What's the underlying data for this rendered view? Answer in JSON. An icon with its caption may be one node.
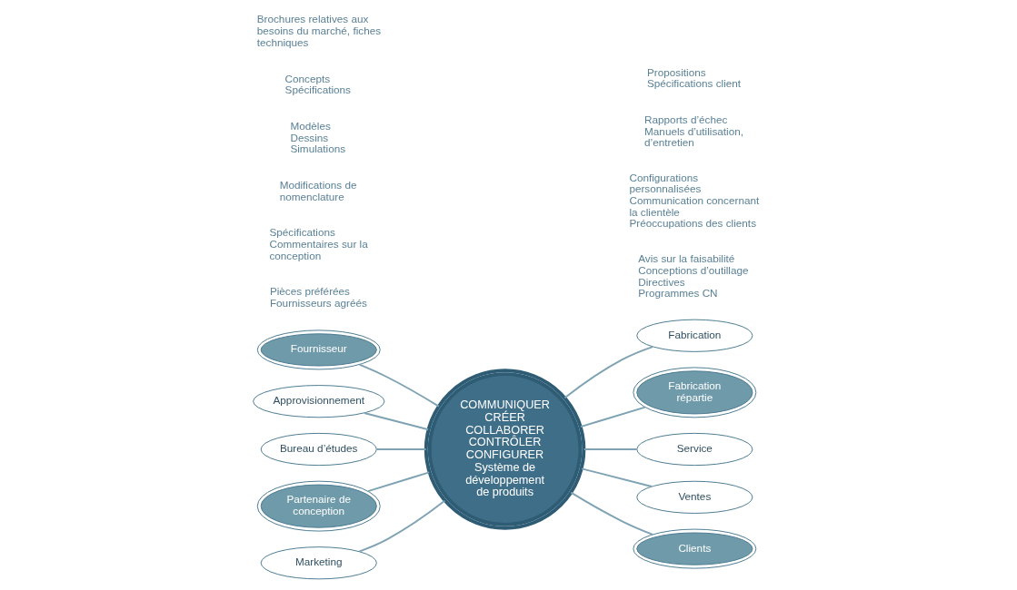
{
  "diagram": {
    "nodes": [
      {
        "text": [
          "COMMUNIQUER",
          "CRÉER",
          "COLLABORER",
          "CONTRÔLER",
          "CONFIGURER",
          "Système de développement de produits"
        ]
      },
      {
        "text": [
          "Fournisseur"
        ]
      },
      {
        "text": [
          "Approvisionnement"
        ]
      },
      {
        "text": [
          "Fabrication"
        ]
      },
      {
        "text": [
          "Fabrication répartie"
        ]
      },
      {
        "text": [
          "Bureau d’études"
        ]
      },
      {
        "text": [
          "Service"
        ]
      },
      {
        "text": [
          "Partenaire de conception"
        ]
      },
      {
        "text": [
          "Marketing"
        ]
      },
      {
        "text": [
          "Ventes"
        ]
      },
      {
        "text": [
          "Clients"
        ]
      }
    ],
    "edges": [
      {
        "from": 1,
        "to": 0,
        "arrow": "none"
      },
      {
        "from": 2,
        "to": 0,
        "arrow": "none"
      },
      {
        "from": 0,
        "to": 3,
        "arrow": "none"
      },
      {
        "from": 0,
        "to": 4,
        "arrow": "none"
      },
      {
        "from": 5,
        "to": 0,
        "arrow": "none"
      },
      {
        "from": 0,
        "to": 6,
        "arrow": "none"
      },
      {
        "from": 7,
        "to": 0,
        "arrow": "none"
      },
      {
        "from": 8,
        "to": 0,
        "arrow": "none"
      },
      {
        "from": 0,
        "to": 9,
        "arrow": "none"
      },
      {
        "from": 0,
        "to": 10,
        "arrow": "none"
      }
    ],
    "labels": [
      "Avis sur la faisabilité",
      "Conceptions d’outillage",
      "Directives",
      "Programmes CN",
      "Pièces préférées",
      "Fournisseurs agréés",
      "Spécifications",
      "Commentaires sur la conception",
      "Modifications de nomenclature",
      "Modèles",
      "Dessins",
      "Simulations",
      "Configurations personnalisées",
      "Communication concernant la clientèle",
      "Préoccupations des clients",
      "Rapports d’échec",
      "Manuels d’utilisation, d’entretien",
      "Concepts",
      "Spécifications",
      "Brochures relatives aux besoins du marché, fiches techniques",
      "Propositions",
      "Spécifications client"
    ]
  }
}
